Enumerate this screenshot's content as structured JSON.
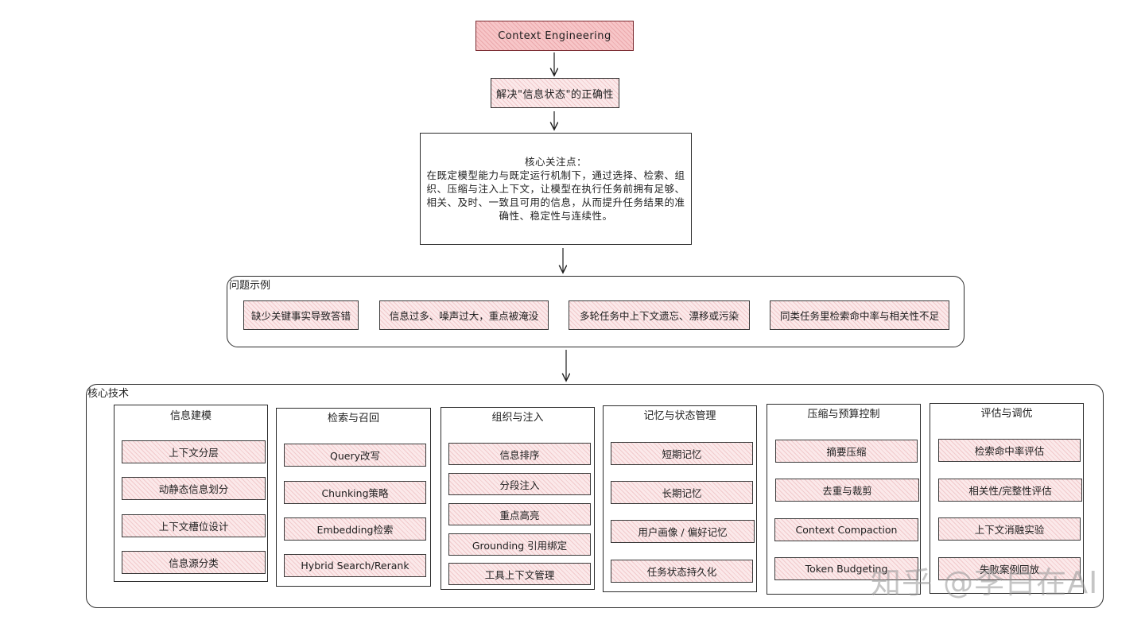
{
  "root": {
    "label": "Context Engineering"
  },
  "goal": {
    "label": "解决\"信息状态\"的正确性"
  },
  "core_focus": {
    "title": "核心关注点：",
    "lines": [
      "在既定模型能力与既定运行机制下，通过选择、检索、组",
      "织、压缩与注入上下文，让模型在执行任务前拥有足够、",
      "相关、及时、一致且可用的信息，从而提升任务结果的准",
      "确性、稳定性与连续性。"
    ]
  },
  "problems": {
    "label": "问题示例",
    "items": [
      "缺少关键事实导致答错",
      "信息过多、噪声过大，重点被淹没",
      "多轮任务中上下文遗忘、漂移或污染",
      "同类任务里检索命中率与相关性不足"
    ]
  },
  "techniques": {
    "label": "核心技术",
    "columns": [
      {
        "title": "信息建模",
        "items": [
          "上下文分层",
          "动静态信息划分",
          "上下文槽位设计",
          "信息源分类"
        ]
      },
      {
        "title": "检索与召回",
        "items": [
          "Query改写",
          "Chunking策略",
          "Embedding检索",
          "Hybrid Search/Rerank"
        ]
      },
      {
        "title": "组织与注入",
        "items": [
          "信息排序",
          "分段注入",
          "重点高亮",
          "Grounding 引用绑定",
          "工具上下文管理"
        ]
      },
      {
        "title": "记忆与状态管理",
        "items": [
          "短期记忆",
          "长期记忆",
          "用户画像 / 偏好记忆",
          "任务状态持久化"
        ]
      },
      {
        "title": "压缩与预算控制",
        "items": [
          "摘要压缩",
          "去重与裁剪",
          "Context Compaction",
          "Token Budgeting"
        ]
      },
      {
        "title": "评估与调优",
        "items": [
          "检索命中率评估",
          "相关性/完整性评估",
          "上下文消融实验",
          "失败案例回放"
        ]
      }
    ]
  },
  "watermark": "知乎 @李白在AI"
}
